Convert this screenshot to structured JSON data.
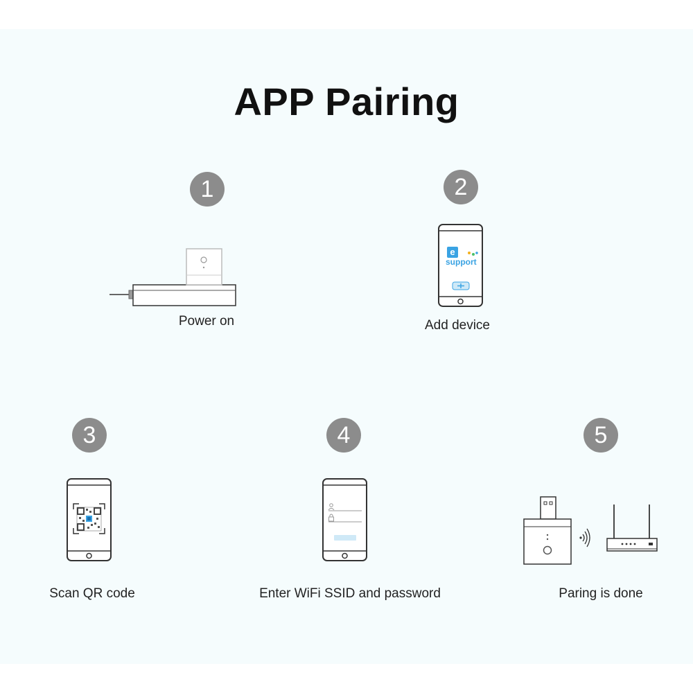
{
  "title": "APP Pairing",
  "steps": [
    {
      "number": "1",
      "caption": "Power on"
    },
    {
      "number": "2",
      "caption": "Add device"
    },
    {
      "number": "3",
      "caption": "Scan QR code"
    },
    {
      "number": "4",
      "caption": "Enter WiFi SSID and password"
    },
    {
      "number": "5",
      "caption": "Paring is done"
    }
  ],
  "app_logo": {
    "letter": "e",
    "word": "support"
  },
  "colors": {
    "background": "#f5fcfd",
    "badge": "#8c8c8c",
    "app_blue": "#3aa3e3",
    "button_blue": "#cfe9f7"
  }
}
